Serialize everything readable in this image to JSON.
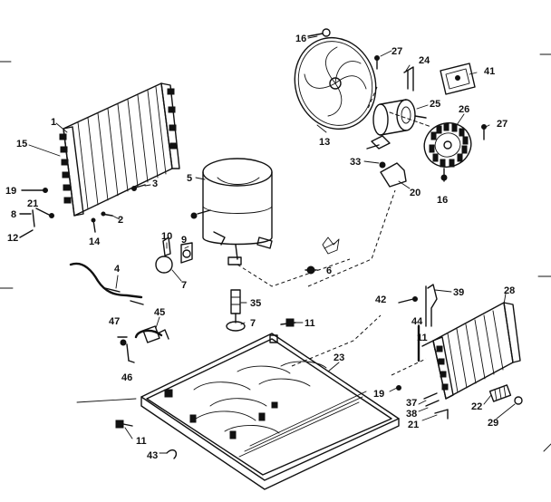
{
  "labels": {
    "l1": "1",
    "l2": "2",
    "l3": "3",
    "l4": "4",
    "l5": "5",
    "l6": "6",
    "l7a": "7",
    "l7b": "7",
    "l8": "8",
    "l9": "9",
    "l10": "10",
    "l11a": "11",
    "l11b": "11",
    "l11c": "11",
    "l12": "12",
    "l13": "13",
    "l14": "14",
    "l15": "15",
    "l16a": "16",
    "l16b": "16",
    "l19a": "19",
    "l19b": "19",
    "l20": "20",
    "l21a": "21",
    "l21b": "21",
    "l22": "22",
    "l23": "23",
    "l24": "24",
    "l25": "25",
    "l26": "26",
    "l27a": "27",
    "l27b": "27",
    "l28": "28",
    "l29": "29",
    "l33": "33",
    "l35": "35",
    "l37": "37",
    "l38": "38",
    "l39": "39",
    "l41": "41",
    "l42": "42",
    "l43": "43",
    "l44": "44",
    "l45": "45",
    "l46": "46",
    "l47": "47"
  }
}
